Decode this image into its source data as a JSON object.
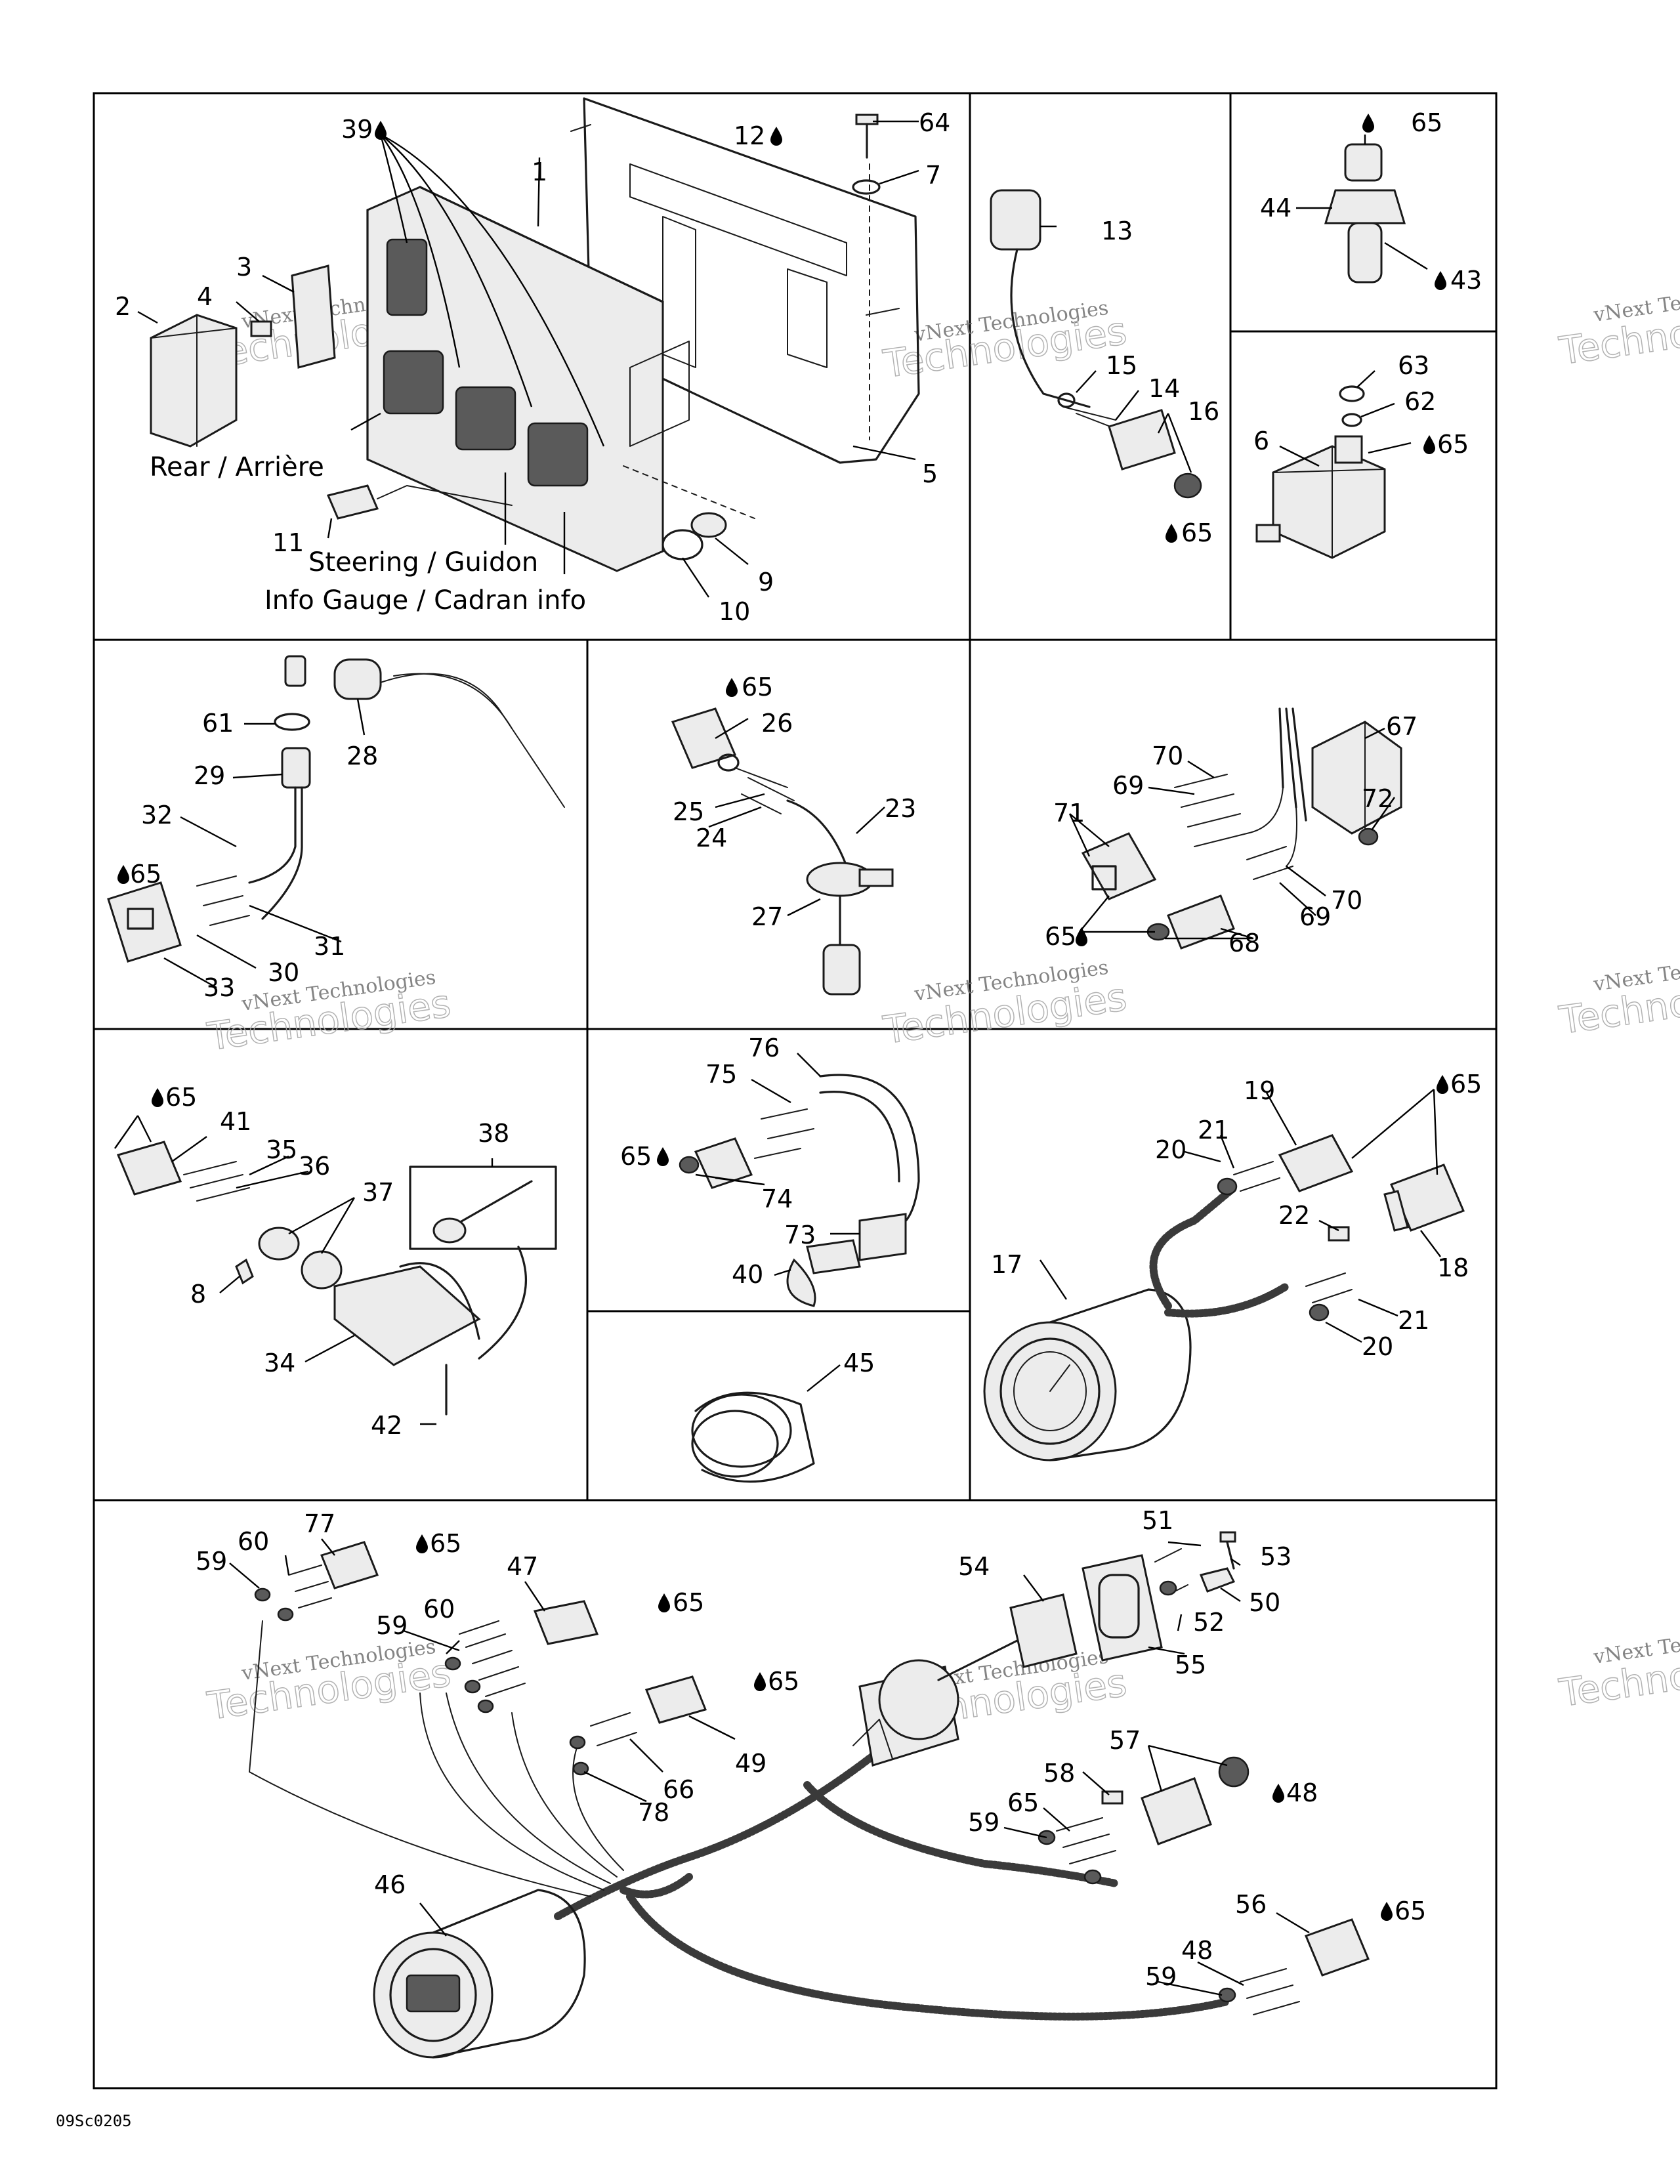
{
  "callouts": {
    "p1": [
      "39",
      "1",
      "12",
      "64",
      "7",
      "3",
      "2",
      "4",
      "13",
      "15",
      "14",
      "16",
      "65",
      "44",
      "43",
      "65",
      "63",
      "62",
      "6",
      "65",
      "5",
      "11",
      "9",
      "10"
    ],
    "p2": [
      "61",
      "28",
      "29",
      "32",
      "65",
      "31",
      "30",
      "33",
      "65",
      "26",
      "25",
      "24",
      "23",
      "27",
      "67",
      "70",
      "69",
      "72",
      "71",
      "70",
      "69",
      "65",
      "68"
    ],
    "p3": [
      "65",
      "41",
      "35",
      "36",
      "37",
      "38",
      "8",
      "34",
      "42",
      "76",
      "75",
      "65",
      "74",
      "73",
      "40",
      "45",
      "19",
      "65",
      "21",
      "20",
      "22",
      "18",
      "17",
      "21",
      "20"
    ],
    "p4": [
      "77",
      "65",
      "60",
      "59",
      "47",
      "65",
      "60",
      "59",
      "49",
      "65",
      "66",
      "78",
      "51",
      "53",
      "54",
      "50",
      "52",
      "55",
      "57",
      "58",
      "48",
      "65",
      "59",
      "46",
      "56",
      "65",
      "48",
      "59"
    ]
  },
  "labels": {
    "rear": "Rear / Arrière",
    "steering": "Steering / Guidon",
    "info_gauge": "Info Gauge / Cadran info"
  },
  "watermark": {
    "line1": "vNext Technologies",
    "line2": "Technologies"
  },
  "figure_code": "09Sc0205"
}
